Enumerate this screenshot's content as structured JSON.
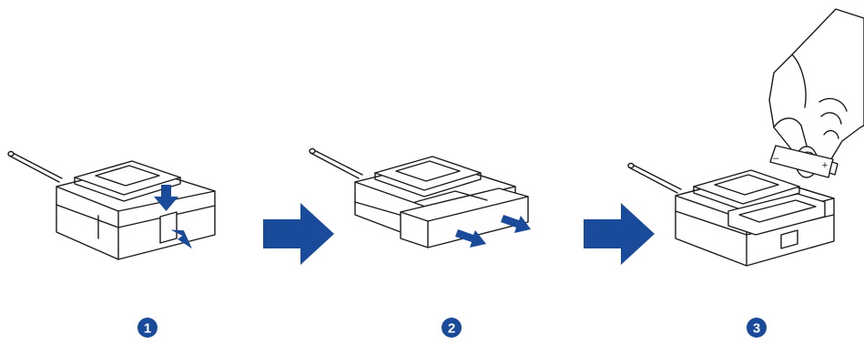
{
  "steps": [
    {
      "number": "1",
      "action": "press-latch"
    },
    {
      "number": "2",
      "action": "pull-battery-compartment-out"
    },
    {
      "number": "3",
      "action": "insert-battery"
    }
  ],
  "battery": {
    "minus_symbol": "–",
    "plus_symbol": "+"
  },
  "colors": {
    "accent": "#1a4b9b",
    "ink": "#1a1a1a",
    "background": "#ffffff"
  },
  "icons": [
    "down-arrow-icon",
    "left-arrow-icon",
    "right-arrow-icon",
    "step-badge",
    "transmitter-device",
    "hand-illustration",
    "battery-cell"
  ]
}
